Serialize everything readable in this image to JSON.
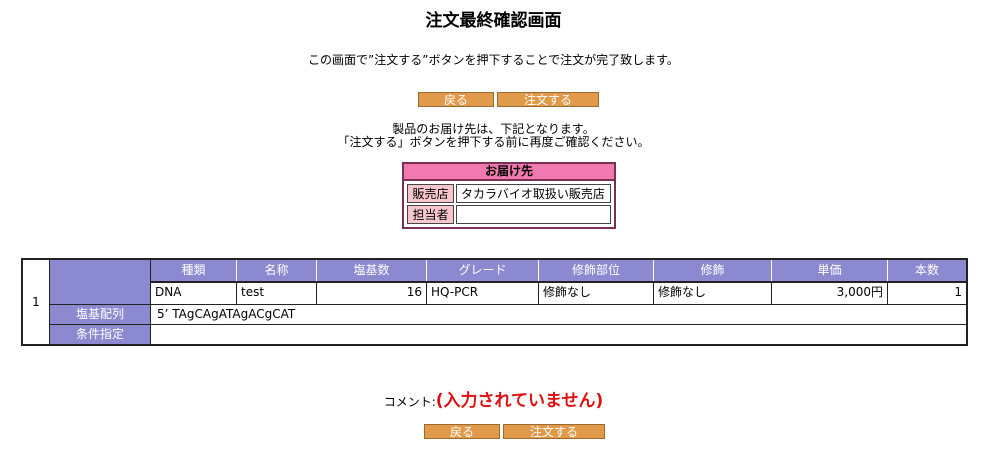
{
  "page": {
    "title": "注文最終確認画面",
    "instruction": "この画面で”注文する”ボタンを押下することで注文が完了致します。"
  },
  "buttons": {
    "back": "戻る",
    "order": "注文する"
  },
  "notice": {
    "line1": "製品のお届け先は、下記となります。",
    "line2": "「注文する」ボタンを押下する前に再度ご確認ください。"
  },
  "delivery": {
    "header": "お届け先",
    "rows": [
      {
        "label": "販売店",
        "value": "タカラバイオ取扱い販売店"
      },
      {
        "label": "担当者",
        "value": ""
      }
    ]
  },
  "order_table": {
    "row_number": "1",
    "headers": [
      "種類",
      "名称",
      "塩基数",
      "グレード",
      "修飾部位",
      "修飾",
      "単価",
      "本数"
    ],
    "row": [
      "DNA",
      "test",
      "16",
      "HQ-PCR",
      "修飾なし",
      "修飾なし",
      "3,000円",
      "1"
    ],
    "sequence_label": "塩基配列",
    "sequence_value": "5’ TAgCAgATAgACgCAT",
    "condition_label": "条件指定",
    "condition_value": ""
  },
  "comment": {
    "label": "コメント:",
    "value": "(入力されていません)"
  },
  "colors": {
    "header_purple": "#8B89D0",
    "button_orange": "#E09A4A",
    "delivery_pink": "#F07AB0",
    "delivery_label": "#F7C6CC",
    "comment_red": "#E01010"
  }
}
